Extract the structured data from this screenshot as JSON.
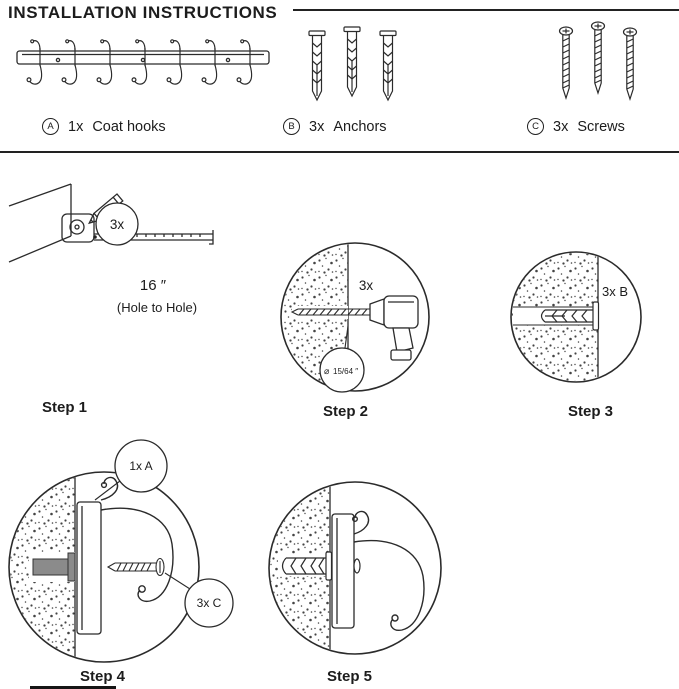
{
  "title": "INSTALLATION INSTRUCTIONS",
  "parts": [
    {
      "badge": "A",
      "qty": "1x",
      "label": "Coat hooks"
    },
    {
      "badge": "B",
      "qty": "3x",
      "label": "Anchors"
    },
    {
      "badge": "C",
      "qty": "3x",
      "label": "Screws"
    }
  ],
  "steps": {
    "step1": {
      "label": "Step 1",
      "qty_callout": "3x",
      "dimension": "16 ″",
      "note": "(Hole to Hole)"
    },
    "step2": {
      "label": "Step 2",
      "qty": "3x",
      "dia_symbol": "⌀",
      "drill_size": "15/64 ″"
    },
    "step3": {
      "label": "Step 3",
      "qty": "3x B"
    },
    "step4": {
      "label": "Step 4",
      "callout_a": "1x A",
      "callout_c": "3x C"
    },
    "step5": {
      "label": "Step 5"
    }
  }
}
